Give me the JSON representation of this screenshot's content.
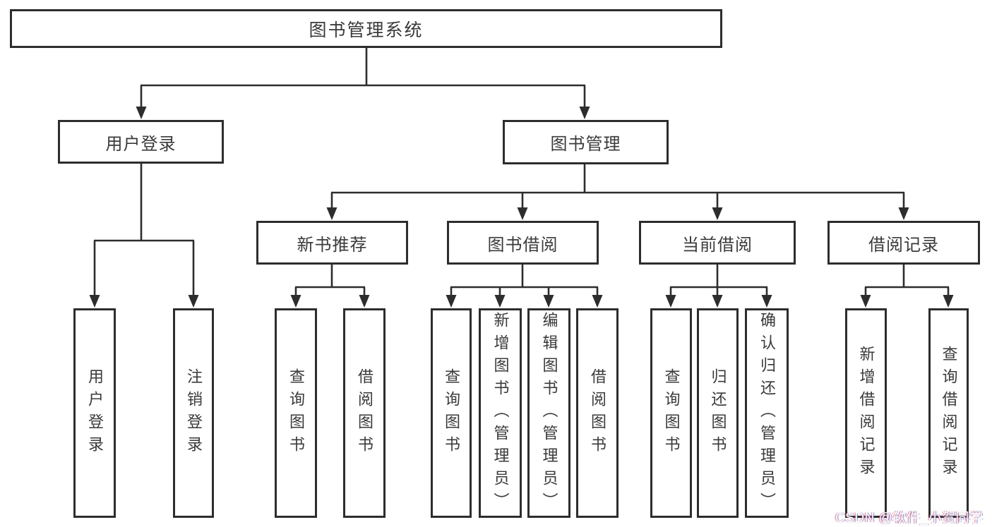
{
  "colors": {
    "background": "#ffffff",
    "box_fill": "#ffffff",
    "box_border": "#2d2d2d",
    "connector_line": "#2d2d2d",
    "text": "#3a3a3a",
    "watermark_text": "#ffffff"
  },
  "diagram": {
    "root": {
      "label": "图书管理系统"
    },
    "branches": [
      {
        "label": "用户登录",
        "children": [
          {
            "label": "用户登录"
          },
          {
            "label": "注销登录"
          }
        ]
      },
      {
        "label": "图书管理",
        "children": [
          {
            "label": "新书推荐",
            "children": [
              {
                "label": "查询图书"
              },
              {
                "label": "借阅图书"
              }
            ]
          },
          {
            "label": "图书借阅",
            "children": [
              {
                "label": "查询图书"
              },
              {
                "label": "新增图书（管理员）"
              },
              {
                "label": "编辑图书（管理员）"
              },
              {
                "label": "借阅图书"
              }
            ]
          },
          {
            "label": "当前借阅",
            "children": [
              {
                "label": "查询图书"
              },
              {
                "label": "归还图书"
              },
              {
                "label": "确认归还（管理员）"
              }
            ]
          },
          {
            "label": "借阅记录",
            "children": [
              {
                "label": "新增借阅记录"
              },
              {
                "label": "查询借阅记录"
              }
            ]
          }
        ]
      }
    ]
  },
  "watermark": {
    "text": "CSDN @软件_小贺同学"
  }
}
